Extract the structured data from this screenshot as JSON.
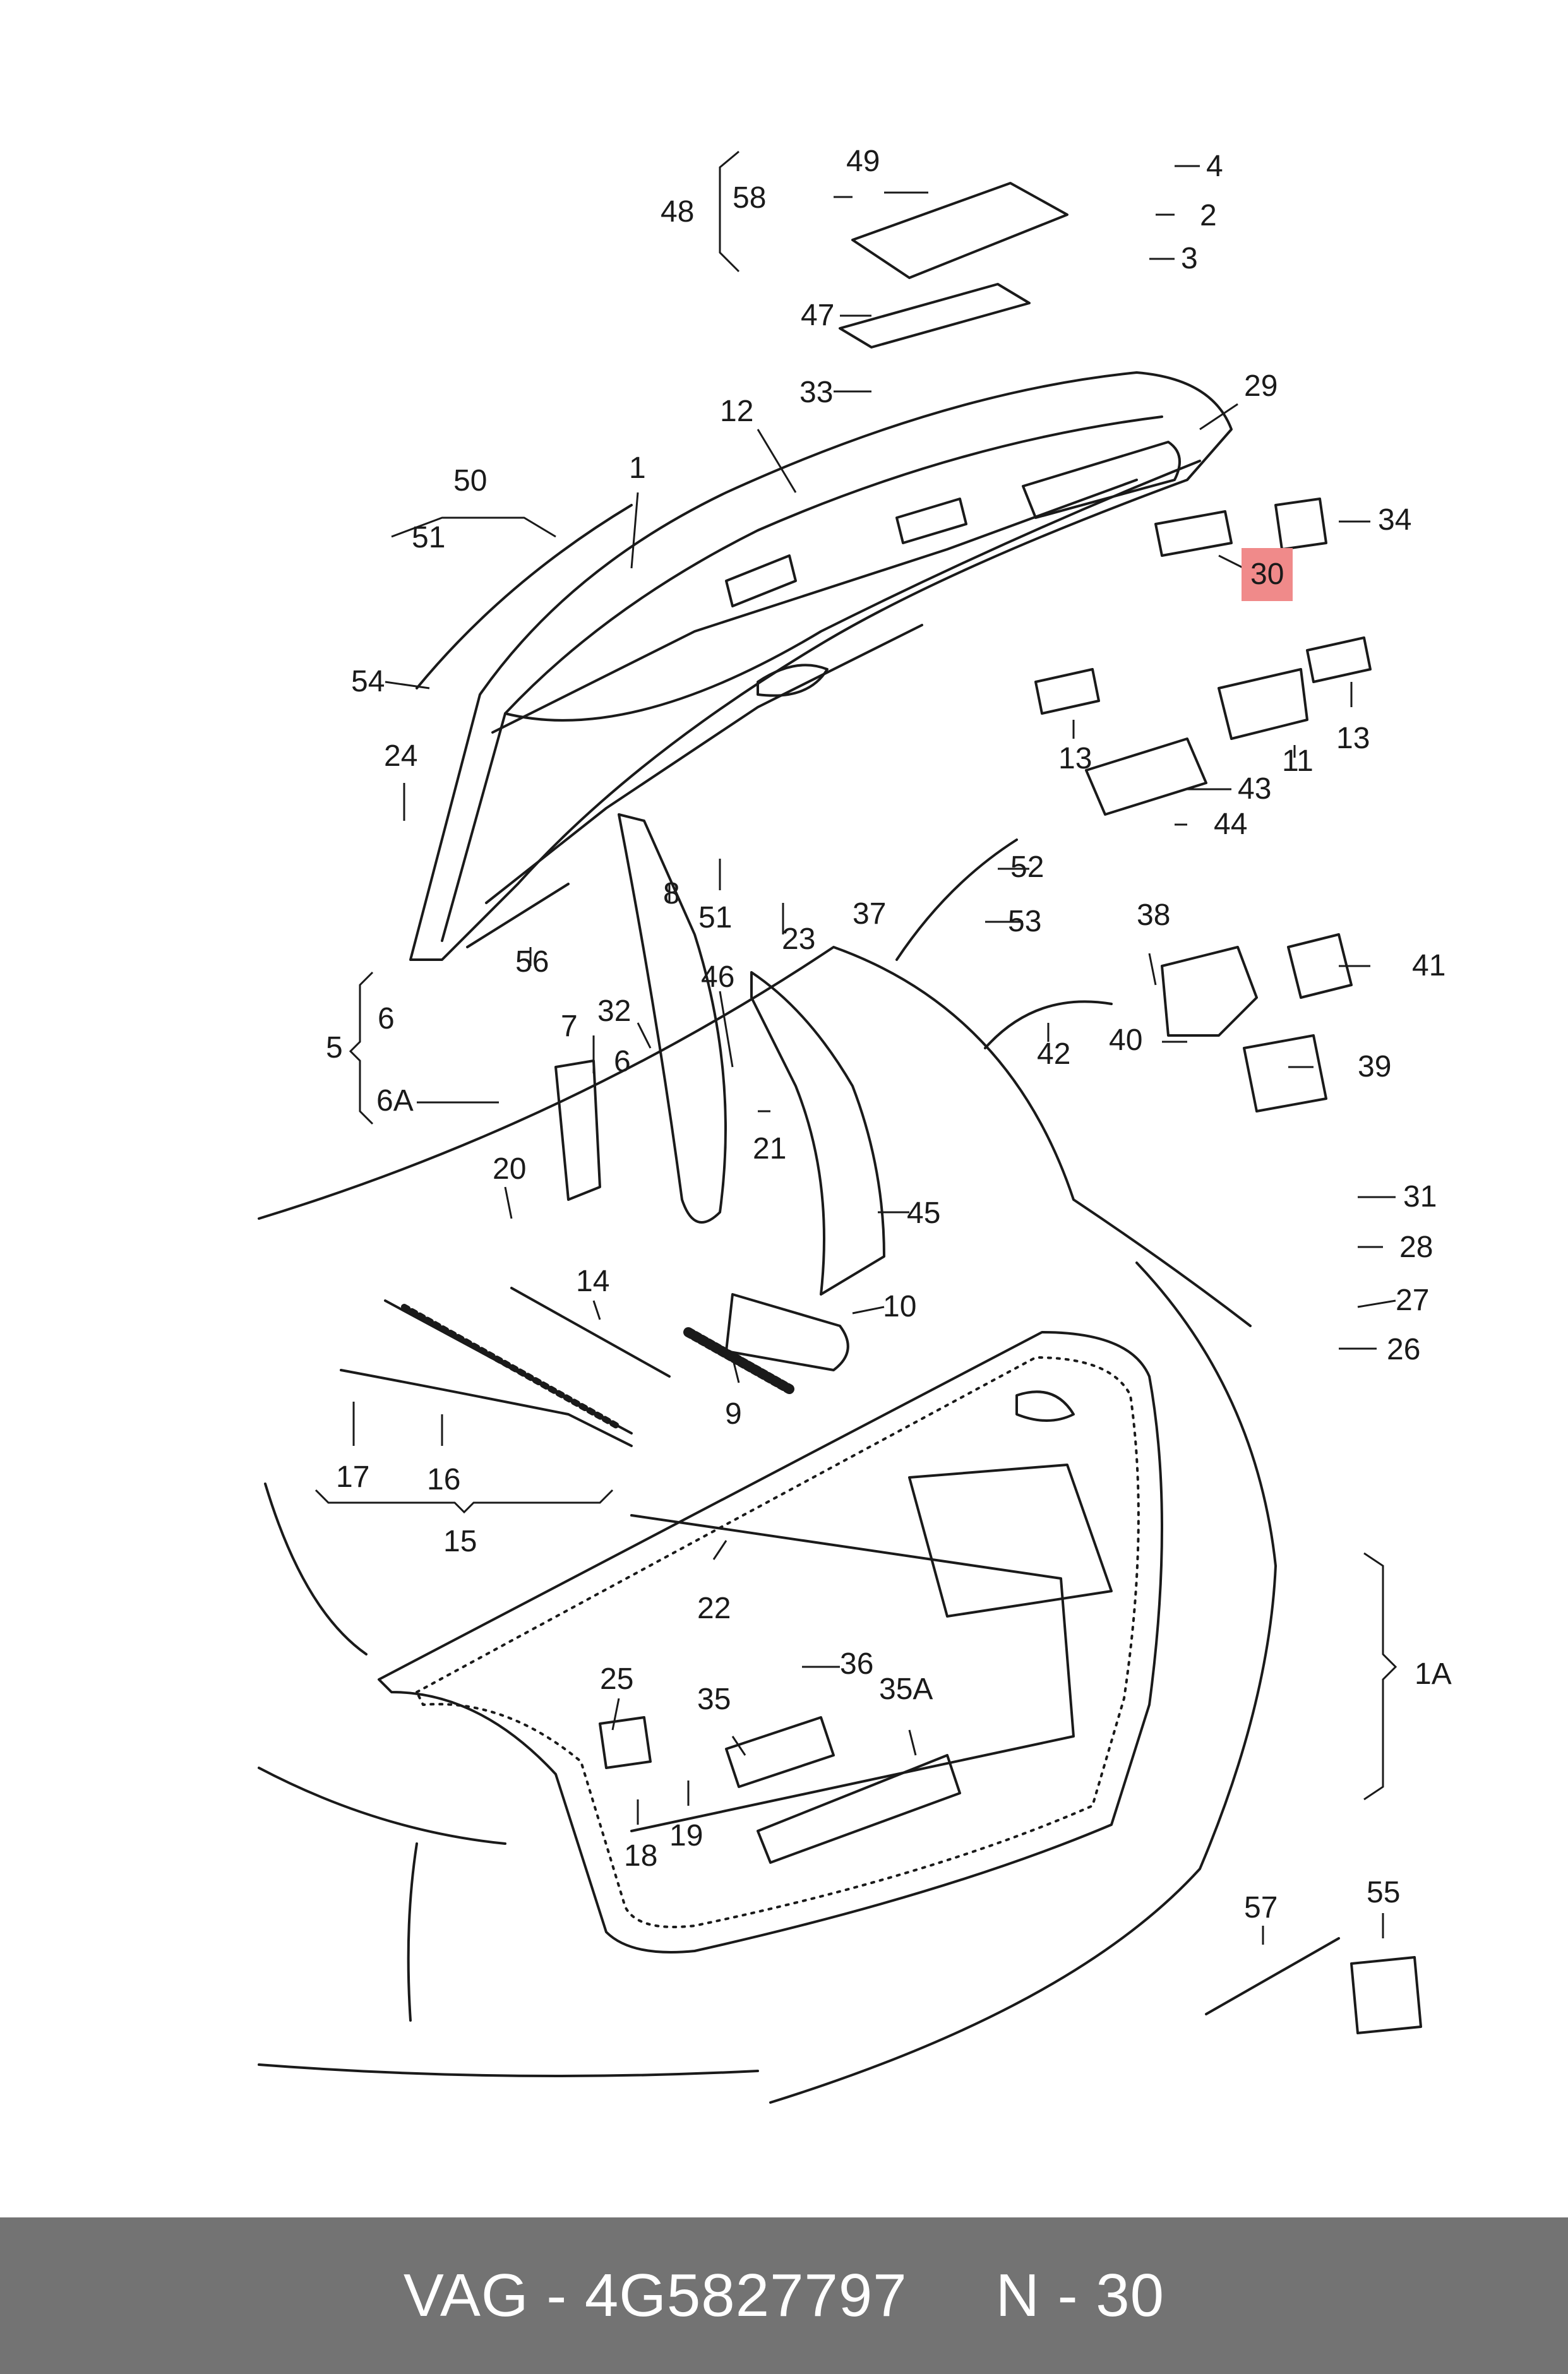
{
  "footer": {
    "brand": "VAG",
    "dash": "-",
    "part_number": "4G5827797",
    "position_label": "N - 30"
  },
  "highlight_color": "#f08a8a",
  "callouts": {
    "c49": "49",
    "c4": "4",
    "c58": "58",
    "c48": "48",
    "c2": "2",
    "c3": "3",
    "c47": "47",
    "c33": "33",
    "c12": "12",
    "c29": "29",
    "c50": "50",
    "c1": "1",
    "c51a": "51",
    "c34": "34",
    "c30": "30",
    "c54": "54",
    "c13a": "13",
    "c13b": "13",
    "c11": "11",
    "c24": "24",
    "c43": "43",
    "c44": "44",
    "c52": "52",
    "c8": "8",
    "c51b": "51",
    "c23": "23",
    "c37": "37",
    "c53": "53",
    "c56": "56",
    "c38": "38",
    "c41": "41",
    "c46": "46",
    "c6": "6",
    "c7": "7",
    "c32": "32",
    "c5": "5",
    "c40": "40",
    "c42": "42",
    "c39": "39",
    "c6a": "6A",
    "c21": "21",
    "c20": "20",
    "c45": "45",
    "c31": "31",
    "c28": "28",
    "c14": "14",
    "c10": "10",
    "c27": "27",
    "c26": "26",
    "c9": "9",
    "c17": "17",
    "c16": "16",
    "c15": "15",
    "c22": "22",
    "c1a": "1A",
    "c25": "25",
    "c36": "36",
    "c35": "35",
    "c35a": "35A",
    "c18": "18",
    "c19": "19",
    "c57": "57",
    "c55": "55"
  }
}
